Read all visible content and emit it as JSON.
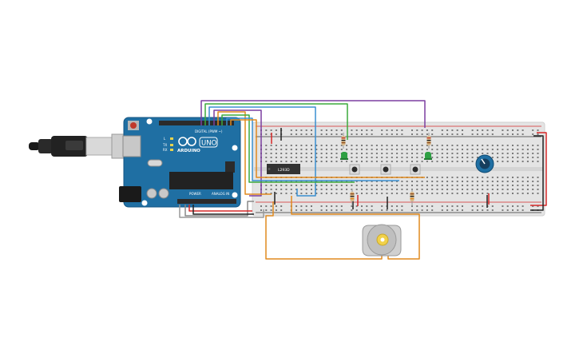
{
  "arduino": {
    "brand": "ARDUINO",
    "model": "UNO",
    "header_digital": "DIGITAL (PWM ~)",
    "header_power": "POWER",
    "header_analog": "ANALOG IN",
    "led_l": "L",
    "led_tx": "TX",
    "led_rx": "RX",
    "board_color": "#1f6fa3"
  },
  "breadboard": {
    "body_color": "#e4e4e4",
    "rail_positive_color": "#d62828",
    "rail_negative_color": "#333333"
  },
  "ic": {
    "label": "L293D",
    "body_color": "#333333"
  },
  "wires": {
    "purple": "#7b3fa0",
    "green": "#3caa3c",
    "orange": "#e08a1e",
    "blue": "#3a8fd0",
    "red": "#d62828",
    "black": "#222222",
    "grey": "#888888"
  },
  "components": {
    "leds": [
      "green-led",
      "green-led"
    ],
    "buttons": 3,
    "resistors": 4,
    "potentiometer": "potentiometer-icon",
    "motor": "dc-motor-icon",
    "usb": "usb-plug-icon"
  }
}
